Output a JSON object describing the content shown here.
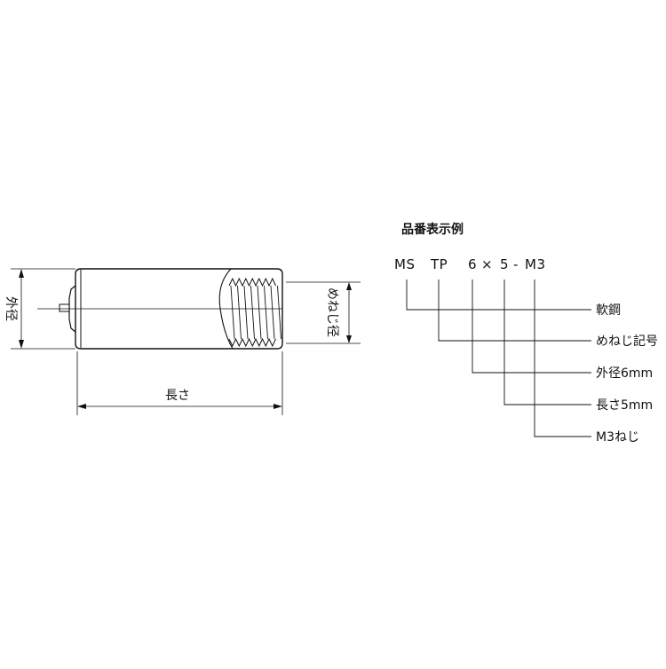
{
  "drawing": {
    "outer_diameter_label": "外径",
    "thread_diameter_label": "めねじ径",
    "length_label": "長さ"
  },
  "designation": {
    "title": "品番表示例",
    "code_parts": [
      "MS",
      "TP",
      "6",
      "×",
      "5",
      "-",
      "M3"
    ],
    "legend": [
      "軟鋼",
      "めねじ記号",
      "外径6mm",
      "長さ5mm",
      "M3ねじ"
    ]
  }
}
